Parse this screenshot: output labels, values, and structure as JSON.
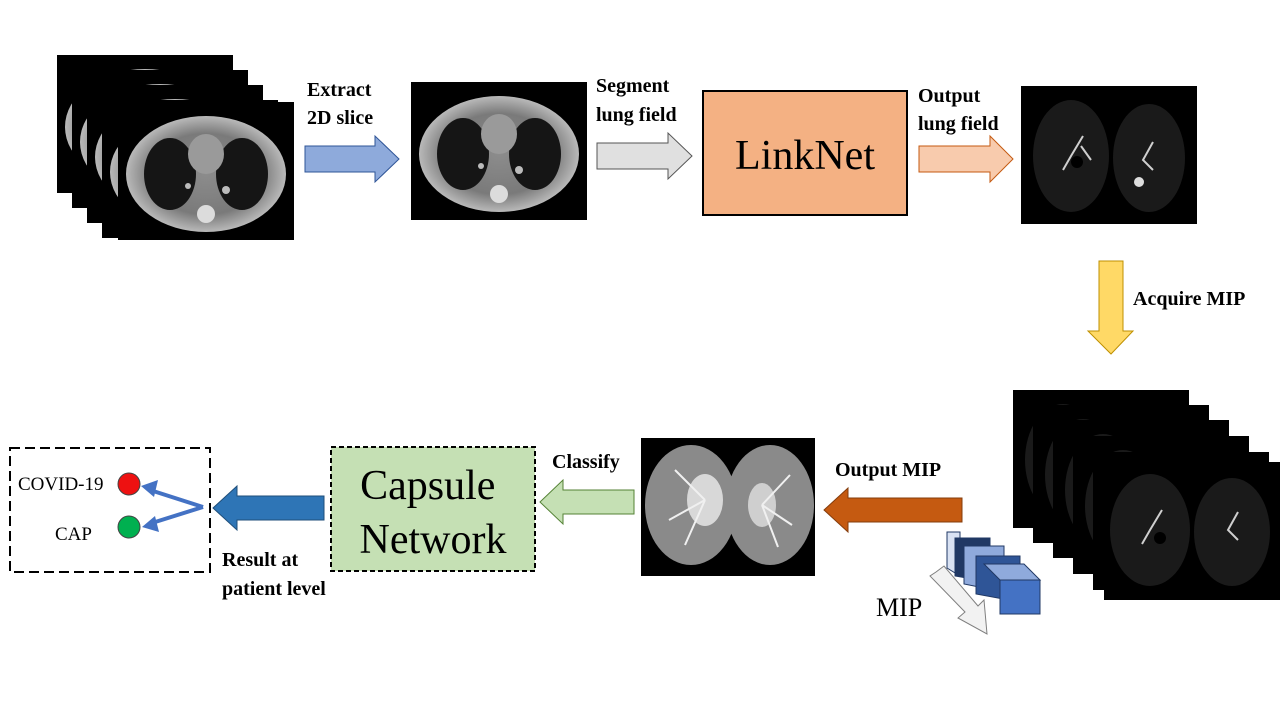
{
  "steps": {
    "extract": [
      "Extract",
      "2D slice"
    ],
    "segment": [
      "Segment",
      "lung field"
    ],
    "output_lung": [
      "Output",
      "lung field"
    ],
    "acquire_mip": "Acquire MIP",
    "output_mip": "Output MIP",
    "classify": "Classify",
    "result": [
      "Result at",
      "patient level"
    ]
  },
  "boxes": {
    "linknet": "LinkNet",
    "capsule": [
      "Capsule",
      "Network"
    ]
  },
  "projection_label": "MIP",
  "classes": [
    {
      "label": "COVID-19",
      "color": "#ee1111"
    },
    {
      "label": "CAP",
      "color": "#00b050"
    }
  ],
  "colors": {
    "arrow_extract": "#8eaadb",
    "arrow_segment": "#e0e0e0",
    "arrow_output_lung": "#f8cbad",
    "arrow_acquire": "#ffd966",
    "arrow_output_mip": "#c55a11",
    "arrow_classify": "#c5e0b4",
    "arrow_result": "#2e75b6",
    "linknet_fill": "#f4b183",
    "capsule_fill": "#c5e0b4",
    "class_arrows": "#4472c4"
  }
}
